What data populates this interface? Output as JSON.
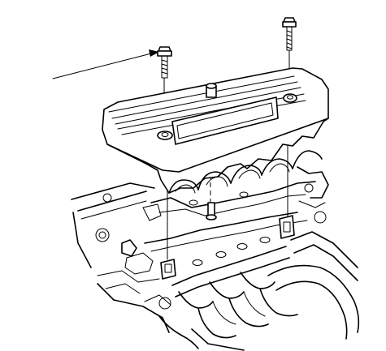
{
  "diagram": {
    "type": "service-manual-exploded-view",
    "callouts": [],
    "parts": [
      "cover-bolt-left",
      "cover-bolt-right",
      "engine-cover",
      "intake-manifold"
    ]
  }
}
